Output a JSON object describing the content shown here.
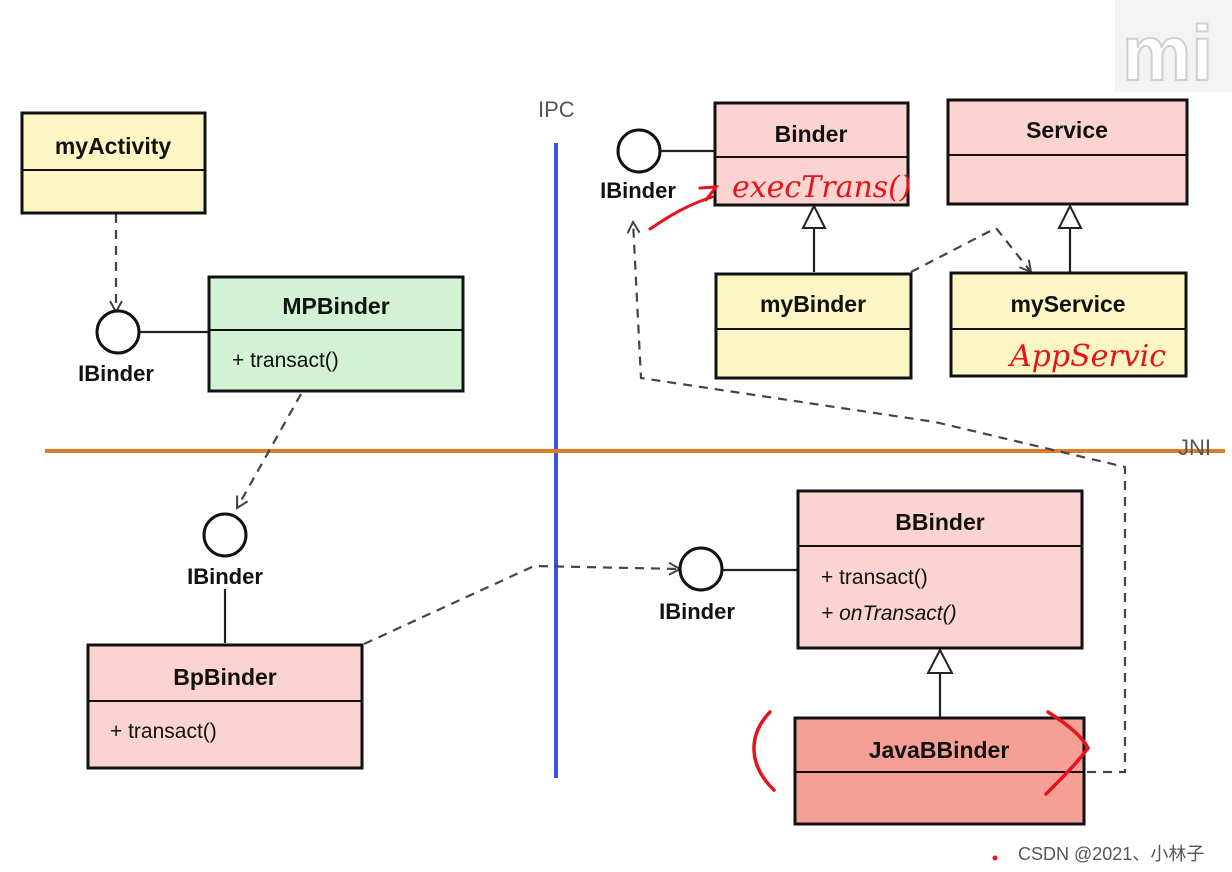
{
  "boundaries": {
    "ipc_label": "IPC",
    "jni_label": "JNI",
    "ipc_color": "#3b55d9",
    "jni_color": "#e07b2a"
  },
  "classes": {
    "myActivity": {
      "title": "myActivity",
      "fill": "#fcf6c4"
    },
    "MPBinder": {
      "title": "MPBinder",
      "fill": "#d3f2d3",
      "methods": [
        "+ transact()"
      ]
    },
    "Binder": {
      "title": "Binder",
      "fill": "#fbd3d0"
    },
    "Service": {
      "title": "Service",
      "fill": "#fbd3d0"
    },
    "myBinder": {
      "title": "myBinder",
      "fill": "#fcf6c4"
    },
    "myService": {
      "title": "myService",
      "fill": "#fcf6c4"
    },
    "BBinder": {
      "title": "BBinder",
      "fill": "#fbd3d0",
      "methods": [
        "+ transact()",
        "+ onTransact()"
      ]
    },
    "BpBinder": {
      "title": "BpBinder",
      "fill": "#fbd3d0",
      "methods": [
        "+ transact()"
      ]
    },
    "JavaBBinder": {
      "title": "JavaBBinder",
      "fill": "#f4a097"
    }
  },
  "interfaces": {
    "label": "IBinder"
  },
  "annotations": {
    "binder_note": "execTrans()",
    "myservice_note": "AppServic",
    "color": "#e8131a"
  },
  "watermark": {
    "logo_text": "mi",
    "credit": "CSDN @2021、小林子"
  }
}
